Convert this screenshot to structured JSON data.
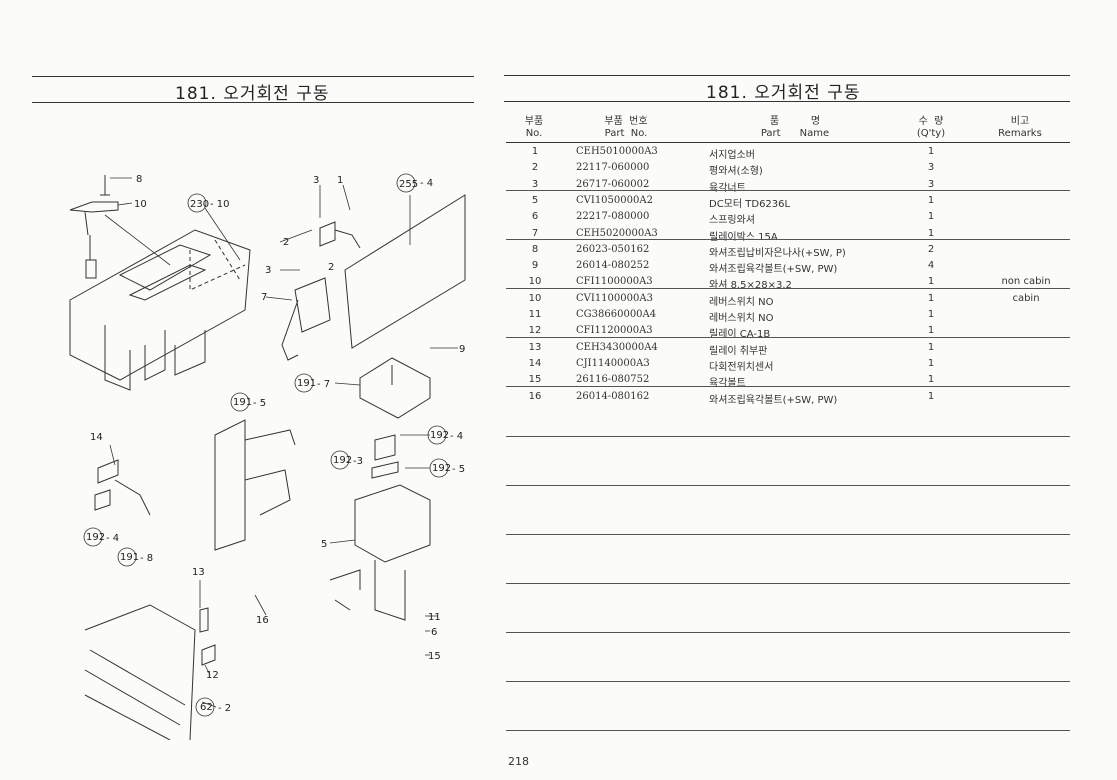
{
  "left_title": "181. 오거회전 구동",
  "right_title": "181. 오거회전 구동",
  "table": {
    "headers": {
      "no": [
        "부품",
        "No."
      ],
      "part_no": [
        "부품  번호",
        "Part  No."
      ],
      "name": [
        "품          명",
        "Part      Name"
      ],
      "qty": [
        "수  량",
        "(Q'ty)"
      ],
      "remarks": [
        "비고",
        "Remarks"
      ]
    },
    "rows": [
      {
        "no": "1",
        "part_no": "CEH5010000A3",
        "name": "서지업소버",
        "qty": "1",
        "remarks": ""
      },
      {
        "no": "2",
        "part_no": "22117-060000",
        "name": "평와셔(소형)",
        "qty": "3",
        "remarks": ""
      },
      {
        "no": "3",
        "part_no": "26717-060002",
        "name": "육각너트",
        "qty": "3",
        "remarks": ""
      },
      {
        "no": "5",
        "part_no": "CVI1050000A2",
        "name": "DC모터 TD6236L",
        "qty": "1",
        "remarks": ""
      },
      {
        "no": "6",
        "part_no": "22217-080000",
        "name": "스프링와셔",
        "qty": "1",
        "remarks": ""
      },
      {
        "no": "7",
        "part_no": "CEH5020000A3",
        "name": "릴레이박스 15A",
        "qty": "1",
        "remarks": ""
      },
      {
        "no": "8",
        "part_no": "26023-050162",
        "name": "와셔조립납비자은나사(+SW, P)",
        "qty": "2",
        "remarks": ""
      },
      {
        "no": "9",
        "part_no": "26014-080252",
        "name": "와셔조립육각볼트(+SW, PW)",
        "qty": "4",
        "remarks": ""
      },
      {
        "no": "10",
        "part_no": "CFI1100000A3",
        "name": "와셔 8.5×28×3.2",
        "qty": "1",
        "remarks": "non cabin"
      },
      {
        "no": "10",
        "part_no": "CVI1100000A3",
        "name": "레버스위치 NO",
        "qty": "1",
        "remarks": "cabin"
      },
      {
        "no": "11",
        "part_no": "CG38660000A4",
        "name": "레버스위치 NO",
        "qty": "1",
        "remarks": ""
      },
      {
        "no": "12",
        "part_no": "CFI1120000A3",
        "name": "릴레이 CA-1B",
        "qty": "1",
        "remarks": ""
      },
      {
        "no": "13",
        "part_no": "CEH3430000A4",
        "name": "릴레이 취부판",
        "qty": "1",
        "remarks": ""
      },
      {
        "no": "14",
        "part_no": "CJI1140000A3",
        "name": "다회전위치센서",
        "qty": "1",
        "remarks": ""
      },
      {
        "no": "15",
        "part_no": "26116-080752",
        "name": "육각볼트",
        "qty": "1",
        "remarks": ""
      },
      {
        "no": "16",
        "part_no": "26014-080162",
        "name": "와셔조립육각볼트(+SW, PW)",
        "qty": "1",
        "remarks": ""
      }
    ]
  },
  "diagram_labels": {
    "l8": "8",
    "l10": "10",
    "l230": "230",
    "l230s": "- 10",
    "l3a": "3",
    "l1": "1",
    "l255": "255",
    "l255s": "- 4",
    "l2a": "2",
    "l3b": "3",
    "l2b": "2",
    "l7": "7",
    "l9": "9",
    "l191a": "191",
    "l191as": "- 7",
    "l191b": "191",
    "l191bs": "-  5",
    "l192a": "192",
    "l192as": "- 4",
    "l192b": "192",
    "l192bs": "-3",
    "l192c": "192",
    "l192cs": "- 5",
    "l14": "14",
    "l192d": "192",
    "l192ds": "- 4",
    "l191c": "191",
    "l191cs": "- 8",
    "l5": "5",
    "l13": "13",
    "l16": "16",
    "l11": "11",
    "l6": "6",
    "l15": "15",
    "l12": "12",
    "l62": "62",
    "l62s": "- 2"
  },
  "page_number": "218"
}
